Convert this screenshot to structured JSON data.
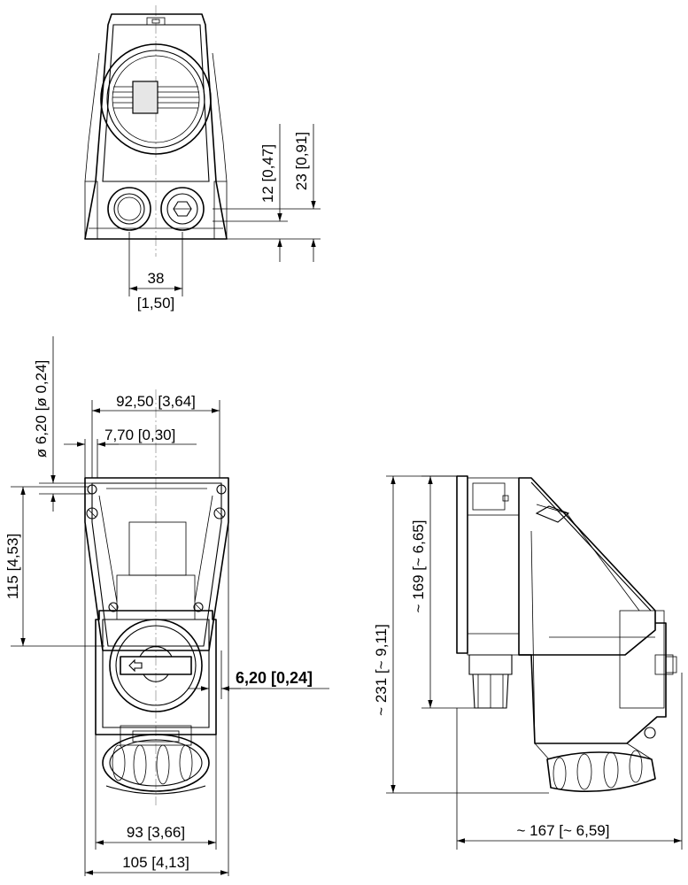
{
  "views": {
    "top": {
      "dimensions": {
        "d12": "12 [0,47]",
        "d23": "23 [0,91]",
        "d38": "38",
        "d38_in": "[1,50]"
      }
    },
    "front": {
      "dimensions": {
        "hole_dia": "ø 6,20 [ø 0,24]",
        "width_92": "92,50 [3,64]",
        "width_7": "7,70 [0,30]",
        "height_115": "115 [4,53]",
        "depth_620": "6,20 [0,24]",
        "width_93": "93 [3,66]",
        "width_105": "105 [4,13]"
      }
    },
    "side": {
      "dimensions": {
        "height_231": "~ 231 [~ 9,11]",
        "height_169": "~ 169 [~ 6,65]",
        "depth_167": "~ 167 [~ 6,59]"
      }
    }
  }
}
